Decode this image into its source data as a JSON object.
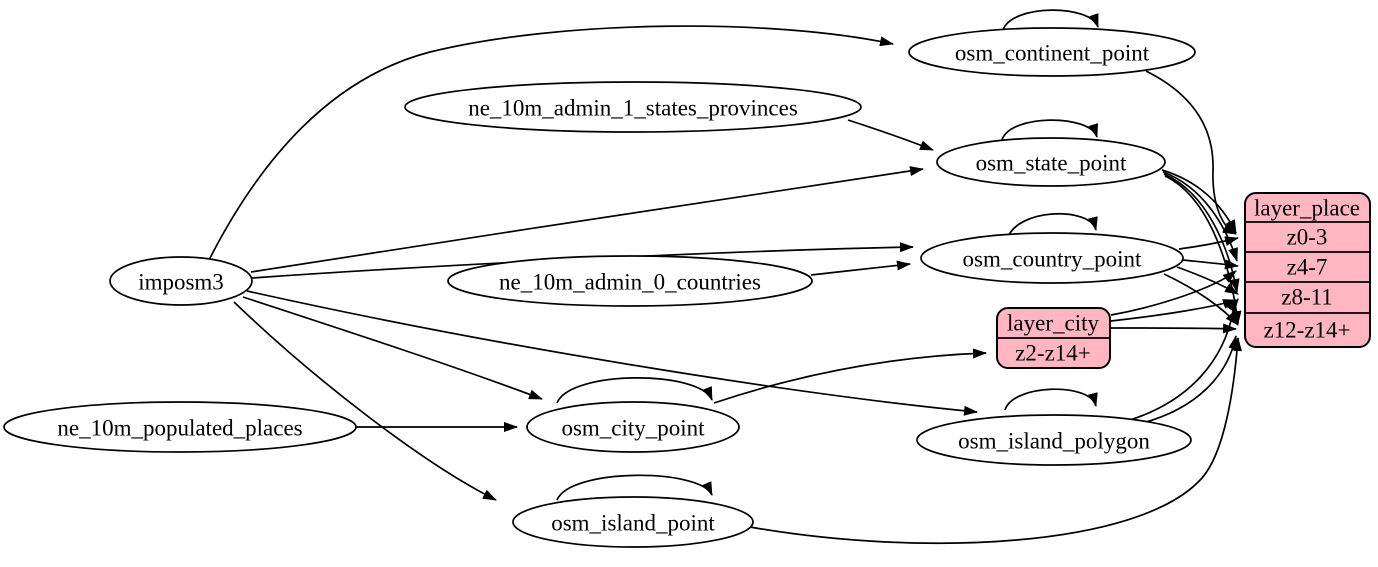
{
  "diagram": {
    "kind": "graphviz-etl-graph",
    "colors": {
      "background": "#ffffff",
      "node_fill": "#ffffff",
      "table_fill": "#ffb6c1",
      "stroke": "#000000"
    }
  },
  "nodes": {
    "imposm3": {
      "label": "imposm3"
    },
    "ne_10m_admin_1_states_provinces": {
      "label": "ne_10m_admin_1_states_provinces"
    },
    "ne_10m_admin_0_countries": {
      "label": "ne_10m_admin_0_countries"
    },
    "ne_10m_populated_places": {
      "label": "ne_10m_populated_places"
    },
    "osm_continent_point": {
      "label": "osm_continent_point"
    },
    "osm_state_point": {
      "label": "osm_state_point"
    },
    "osm_country_point": {
      "label": "osm_country_point"
    },
    "osm_city_point": {
      "label": "osm_city_point"
    },
    "osm_island_polygon": {
      "label": "osm_island_polygon"
    },
    "osm_island_point": {
      "label": "osm_island_point"
    }
  },
  "tables": {
    "layer_city": {
      "title": "layer_city",
      "rows": [
        "z2-z14+"
      ]
    },
    "layer_place": {
      "title": "layer_place",
      "rows": [
        "z0-3",
        "z4-7",
        "z8-11",
        "z12-z14+"
      ]
    }
  },
  "edges": [
    {
      "from": "imposm3",
      "to": "osm_continent_point"
    },
    {
      "from": "imposm3",
      "to": "osm_state_point"
    },
    {
      "from": "imposm3",
      "to": "osm_country_point"
    },
    {
      "from": "imposm3",
      "to": "osm_city_point"
    },
    {
      "from": "imposm3",
      "to": "osm_island_polygon"
    },
    {
      "from": "imposm3",
      "to": "osm_island_point"
    },
    {
      "from": "ne_10m_admin_1_states_provinces",
      "to": "osm_state_point"
    },
    {
      "from": "ne_10m_admin_0_countries",
      "to": "osm_country_point"
    },
    {
      "from": "ne_10m_populated_places",
      "to": "osm_city_point"
    },
    {
      "from": "osm_continent_point",
      "to": "osm_continent_point"
    },
    {
      "from": "osm_state_point",
      "to": "osm_state_point"
    },
    {
      "from": "osm_country_point",
      "to": "osm_country_point"
    },
    {
      "from": "osm_city_point",
      "to": "osm_city_point"
    },
    {
      "from": "osm_island_polygon",
      "to": "osm_island_polygon"
    },
    {
      "from": "osm_island_point",
      "to": "osm_island_point"
    },
    {
      "from": "osm_continent_point",
      "to": "layer_place",
      "to_row": "z0-3"
    },
    {
      "from": "osm_state_point",
      "to": "layer_place",
      "to_row": "z0-3"
    },
    {
      "from": "osm_state_point",
      "to": "layer_place",
      "to_row": "z4-7"
    },
    {
      "from": "osm_state_point",
      "to": "layer_place",
      "to_row": "z8-11"
    },
    {
      "from": "osm_state_point",
      "to": "layer_place",
      "to_row": "z12-z14+"
    },
    {
      "from": "osm_country_point",
      "to": "layer_place",
      "to_row": "z0-3"
    },
    {
      "from": "osm_country_point",
      "to": "layer_place",
      "to_row": "z4-7"
    },
    {
      "from": "osm_country_point",
      "to": "layer_place",
      "to_row": "z8-11"
    },
    {
      "from": "osm_country_point",
      "to": "layer_place",
      "to_row": "z12-z14+"
    },
    {
      "from": "osm_city_point",
      "to": "layer_city",
      "to_row": "z2-z14+"
    },
    {
      "from": "layer_city",
      "to": "layer_place",
      "to_row": "z4-7"
    },
    {
      "from": "layer_city",
      "to": "layer_place",
      "to_row": "z8-11"
    },
    {
      "from": "layer_city",
      "to": "layer_place",
      "to_row": "z12-z14+"
    },
    {
      "from": "osm_island_polygon",
      "to": "layer_place",
      "to_row": "z8-11"
    },
    {
      "from": "osm_island_polygon",
      "to": "layer_place",
      "to_row": "z12-z14+"
    },
    {
      "from": "osm_island_point",
      "to": "layer_place",
      "to_row": "z12-z14+"
    }
  ]
}
